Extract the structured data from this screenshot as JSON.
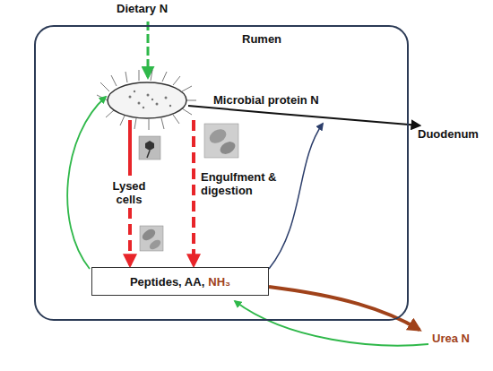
{
  "diagram": {
    "nodes": [
      {
        "text": [
          "Rumen"
        ]
      },
      {
        "text": [
          "Peptides, AA,",
          "NH₃"
        ],
        "in": 0
      }
    ],
    "labels": [
      "Dietary N",
      "Microbial protein N",
      "Duodenum",
      "Lysed cells",
      "Engulfment & digestion",
      "Urea N"
    ]
  }
}
